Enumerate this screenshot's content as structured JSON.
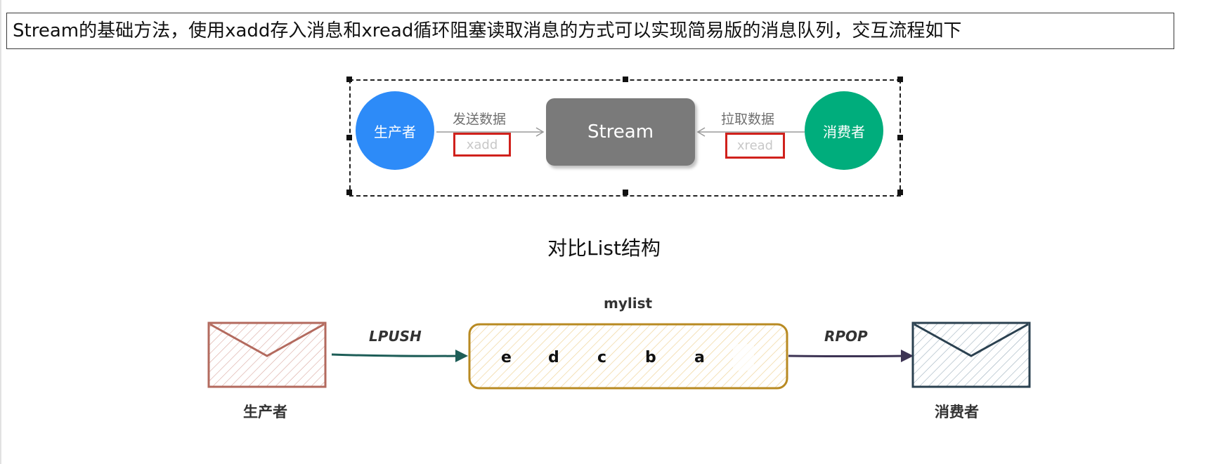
{
  "heading": "Stream的基础方法，使用xadd存入消息和xread循环阻塞读取消息的方式可以实现简易版的消息队列，交互流程如下",
  "stream_diagram": {
    "producer": "生产者",
    "consumer": "消费者",
    "center": "Stream",
    "send_label": "发送数据",
    "send_cmd": "xadd",
    "pull_label": "拉取数据",
    "pull_cmd": "xread",
    "colors": {
      "producer": "#2d8bf8",
      "consumer": "#00ad7c",
      "center": "#7a7a7a",
      "highlight": "#d0211c"
    }
  },
  "compare_title": "对比List结构",
  "list_diagram": {
    "list_name": "mylist",
    "push_cmd": "LPUSH",
    "pop_cmd": "RPOP",
    "items": [
      "e",
      "d",
      "c",
      "b",
      "a"
    ],
    "producer": "生产者",
    "consumer": "消费者",
    "colors": {
      "producer_envelope": "#b36a5e",
      "list_box": "#b88a22",
      "consumer_envelope": "#2b4150",
      "push_arrow": "#1d5d57",
      "pop_arrow": "#3d3454"
    }
  }
}
